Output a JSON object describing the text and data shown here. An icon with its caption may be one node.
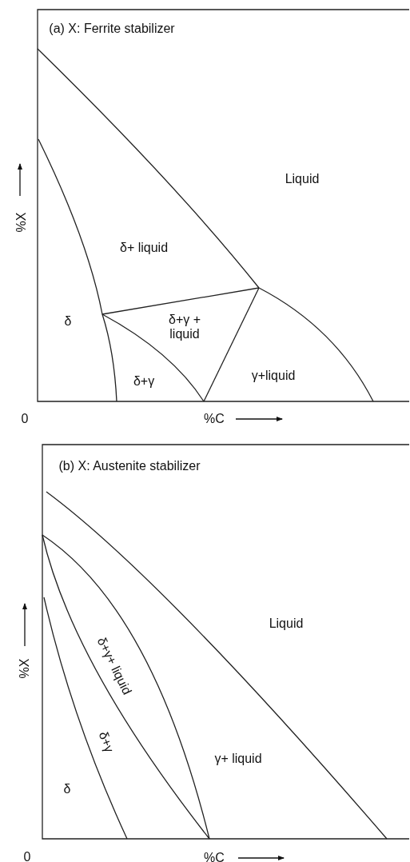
{
  "diagram": {
    "labels": [
      "(a) X: Ferrite stabilizer",
      "Liquid",
      "%X",
      "δ+ liquid",
      "δ",
      "δ+γ + liquid",
      "δ+γ",
      "γ+liquid",
      "0",
      "%C",
      "(b) X: Austenite stabilizer",
      "Liquid",
      "%X",
      "δ+γ+ liquid",
      "δ+γ",
      "γ+ liquid",
      "δ",
      "0",
      "%C"
    ]
  }
}
